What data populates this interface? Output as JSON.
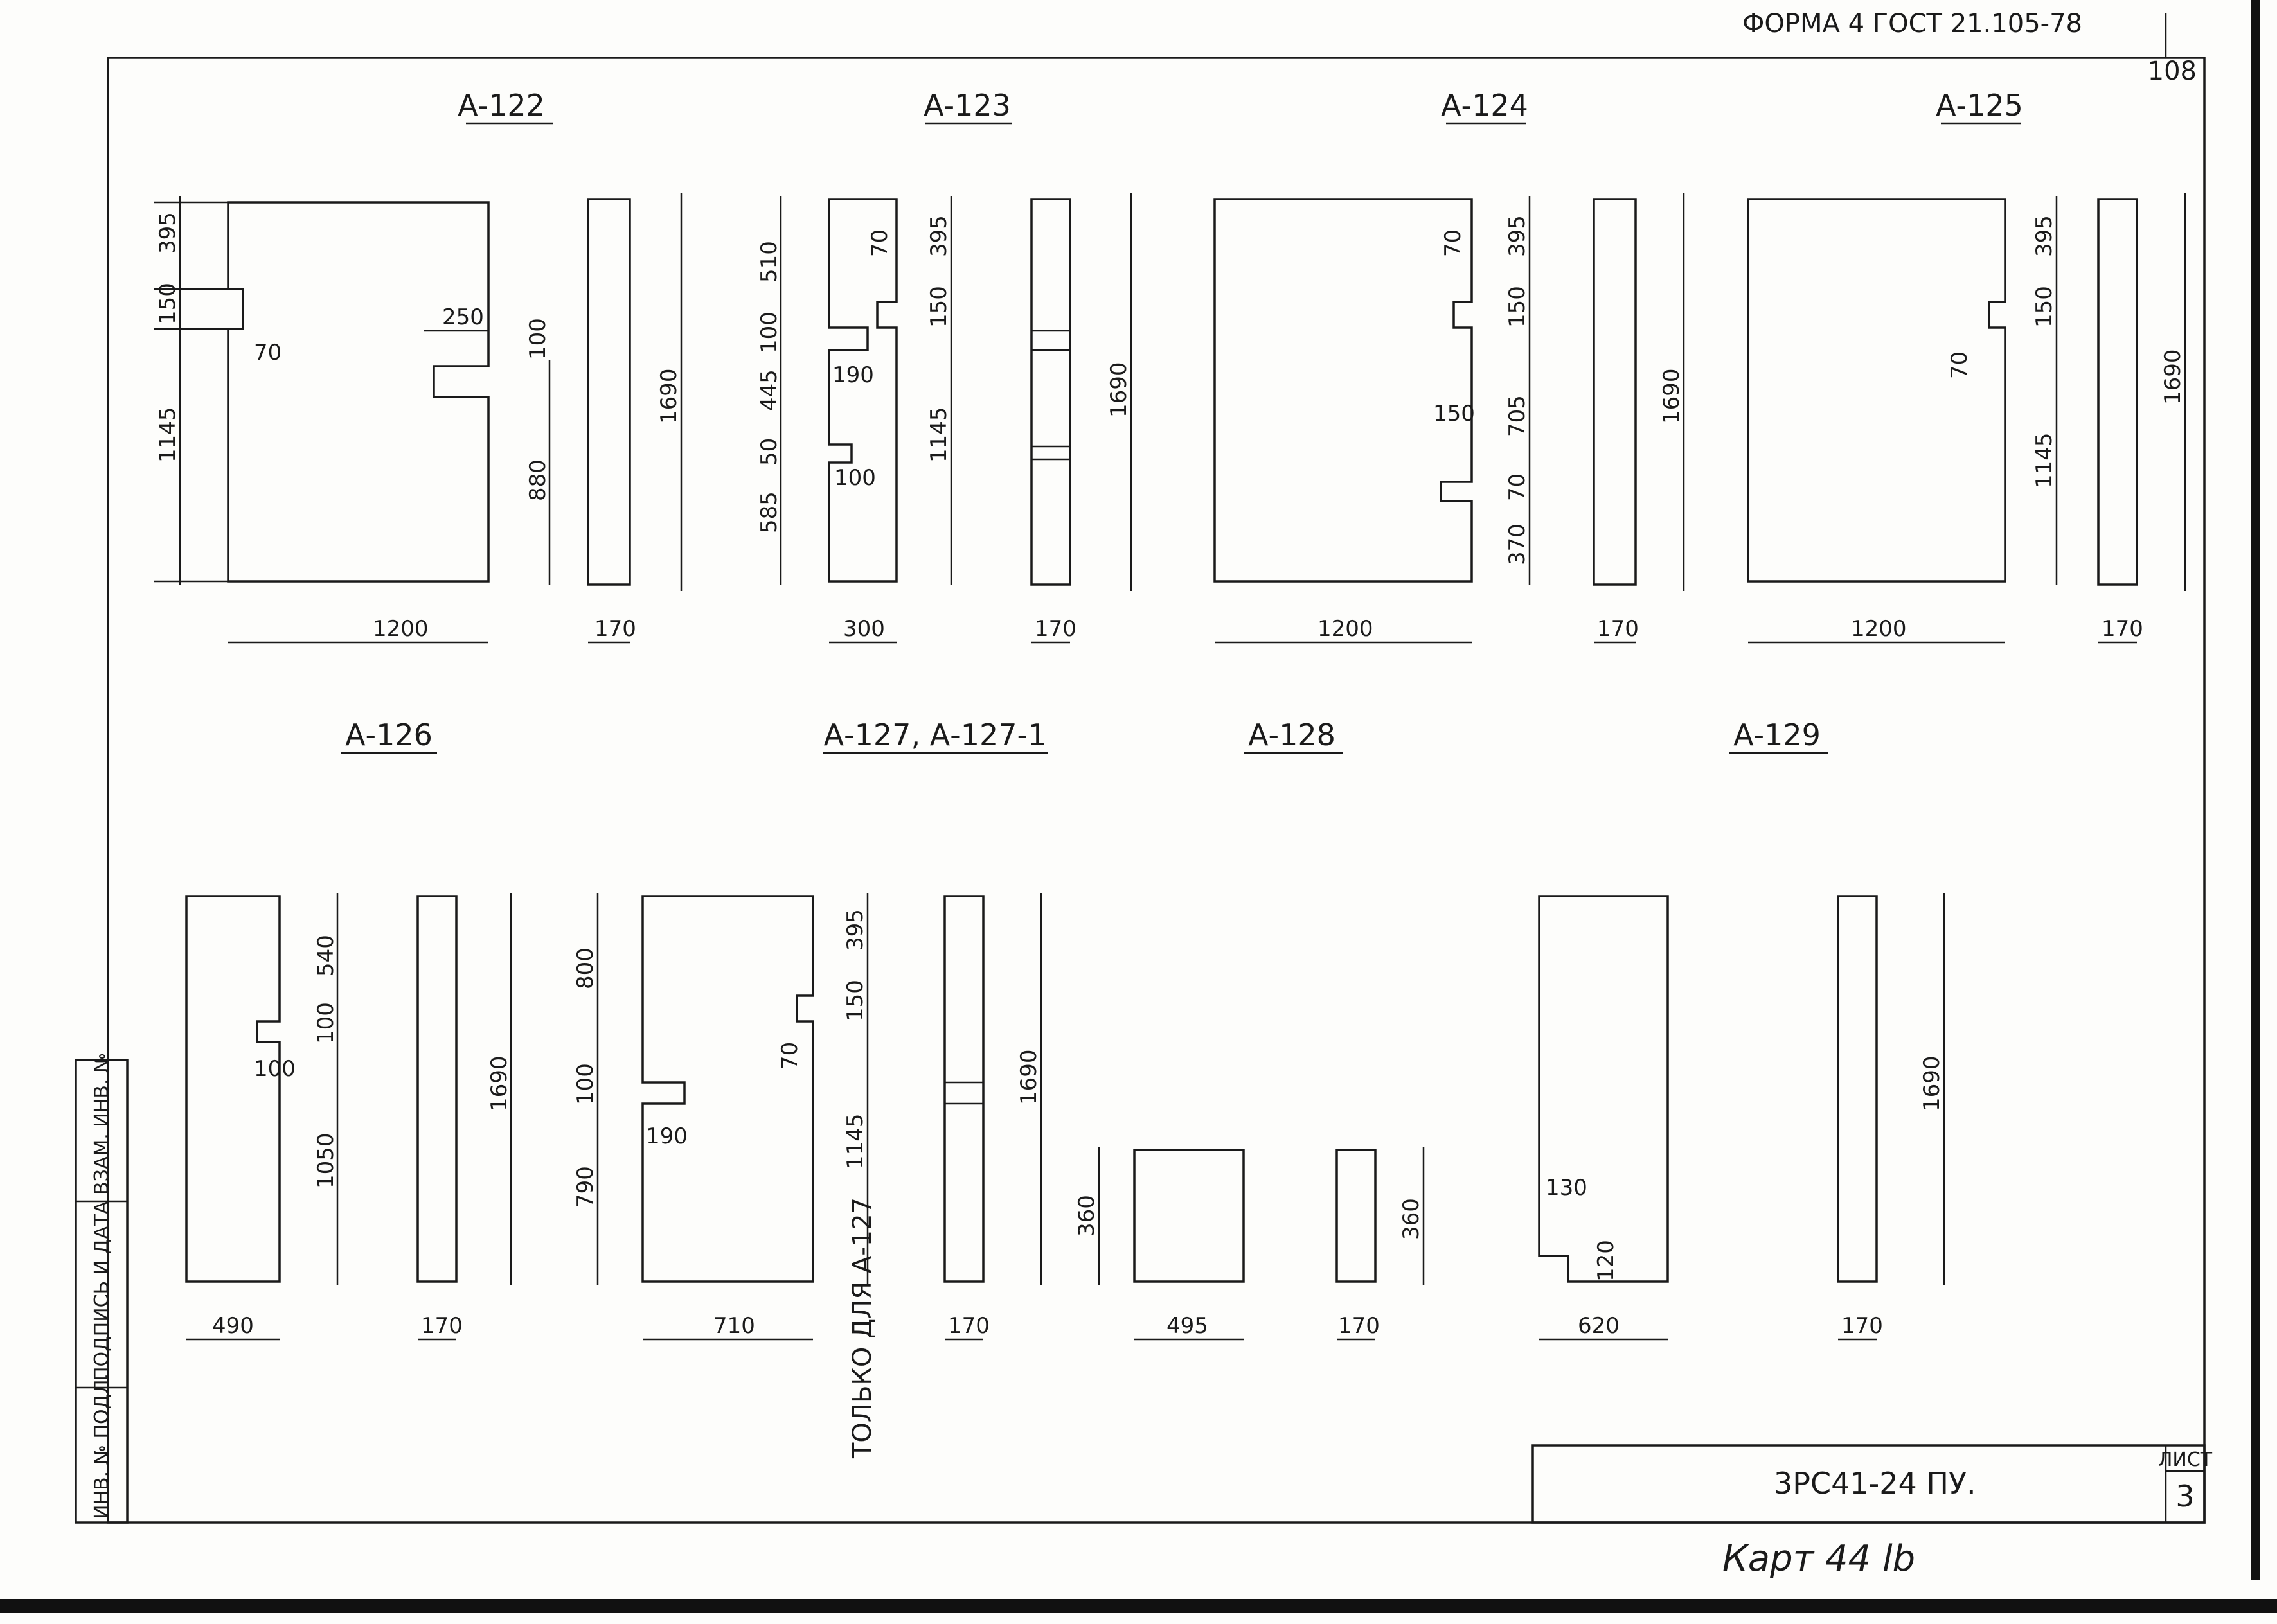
{
  "header": {
    "form_ref": "ФОРМА 4 ГОСТ 21.105-78",
    "page_number": "108"
  },
  "title_block": {
    "designation": "3РС41-24 ПУ.",
    "sheet_label": "ЛИСТ",
    "sheet_number": "3",
    "handwritten": "Карт 44 lb"
  },
  "side_stamp": {
    "inv_no_orig": "ИНВ. № ПОДЛ.",
    "sign_date": "ПОДПИСЬ И ДАТА",
    "inv_no_subst": "ВЗАМ. ИНВ. №"
  },
  "note_a127": "ТОЛЬКО ДЛЯ А-127",
  "panels": [
    {
      "title": "А-122",
      "front_dims": [
        "395",
        "150",
        "1145",
        "70",
        "250",
        "100",
        "880",
        "1200"
      ],
      "side_dims": [
        "1690",
        "170"
      ]
    },
    {
      "title": "А-123",
      "front_dims": [
        "510",
        "100",
        "445",
        "50",
        "585",
        "70",
        "395",
        "150",
        "190",
        "1145",
        "100",
        "300"
      ],
      "side_dims": [
        "1690",
        "170"
      ]
    },
    {
      "title": "А-124",
      "front_dims": [
        "70",
        "395",
        "150",
        "705",
        "150",
        "70",
        "370",
        "1200"
      ],
      "side_dims": [
        "1690",
        "170"
      ]
    },
    {
      "title": "А-125",
      "front_dims": [
        "395",
        "150",
        "70",
        "1145",
        "1200"
      ],
      "side_dims": [
        "1690",
        "170"
      ]
    },
    {
      "title": "А-126",
      "front_dims": [
        "540",
        "100",
        "100",
        "1050",
        "490"
      ],
      "side_dims": [
        "1690",
        "170"
      ]
    },
    {
      "title": "А-127, А-127-1",
      "front_dims": [
        "800",
        "100",
        "190",
        "790",
        "395",
        "150",
        "70",
        "1145",
        "710"
      ],
      "side_dims": [
        "1690",
        "170"
      ]
    },
    {
      "title": "А-128",
      "front_dims": [
        "360",
        "495"
      ],
      "side_dims": [
        "360",
        "170"
      ]
    },
    {
      "title": "А-129",
      "front_dims": [
        "130",
        "120",
        "620"
      ],
      "side_dims": [
        "1690",
        "170"
      ]
    }
  ]
}
